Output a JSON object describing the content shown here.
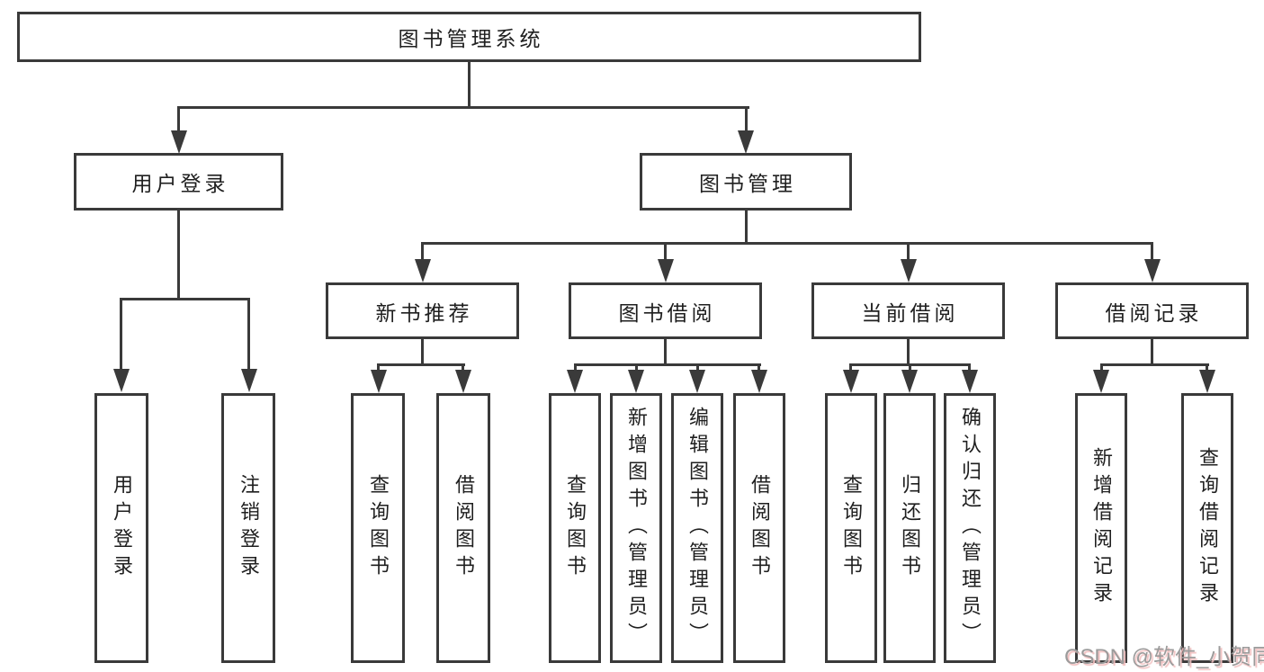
{
  "tree": {
    "root": {
      "label": "图书管理系统"
    },
    "level2": [
      {
        "id": "user-login",
        "label": "用户登录",
        "children": [
          {
            "label": "用户登录"
          },
          {
            "label": "注销登录"
          }
        ]
      },
      {
        "id": "book-management",
        "label": "图书管理",
        "children": [
          {
            "id": "new-book-recommend",
            "label": "新书推荐",
            "children": [
              {
                "label": "查询图书"
              },
              {
                "label": "借阅图书"
              }
            ]
          },
          {
            "id": "book-borrowing",
            "label": "图书借阅",
            "children": [
              {
                "label": "查询图书"
              },
              {
                "label": "新增图书（管理员）"
              },
              {
                "label": "编辑图书（管理员）"
              },
              {
                "label": "借阅图书"
              }
            ]
          },
          {
            "id": "current-borrowing",
            "label": "当前借阅",
            "children": [
              {
                "label": "查询图书"
              },
              {
                "label": "归还图书"
              },
              {
                "label": "确认归还（管理员）"
              }
            ]
          },
          {
            "id": "borrowing-records",
            "label": "借阅记录",
            "children": [
              {
                "label": "新增借阅记录"
              },
              {
                "label": "查询借阅记录"
              }
            ]
          }
        ]
      }
    ]
  },
  "watermark": {
    "text": "CSDN @软件_小贺同学"
  },
  "colors": {
    "line": "#3a3a3a",
    "text": "#1f1f1f",
    "watermark": "#9b9b9b",
    "watermark_shadow": "#f2c0c0"
  }
}
